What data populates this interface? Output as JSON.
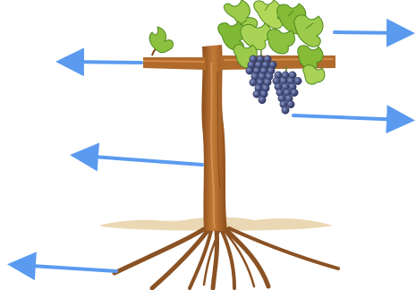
{
  "diagram": {
    "subject": "grapevine-parts",
    "colors": {
      "arrow": "#5b9bef",
      "trunk": "#b06a2c",
      "trunk_dark": "#7e4416",
      "trunk_light": "#d38a47",
      "leaf": "#7fb935",
      "leaf_dark": "#4f8a1e",
      "grape": "#3f4a7c",
      "grape_light": "#7a86b8",
      "soil": "#efe0c4",
      "root": "#8a5224"
    },
    "pointers": [
      {
        "id": "pointer-leaves",
        "direction": "right",
        "points_to": "leaves"
      },
      {
        "id": "pointer-grapes",
        "direction": "right",
        "points_to": "grape-cluster"
      },
      {
        "id": "pointer-arm",
        "direction": "left",
        "points_to": "cordon-arm"
      },
      {
        "id": "pointer-trunk",
        "direction": "left",
        "points_to": "trunk"
      },
      {
        "id": "pointer-roots",
        "direction": "left",
        "points_to": "roots"
      }
    ]
  }
}
